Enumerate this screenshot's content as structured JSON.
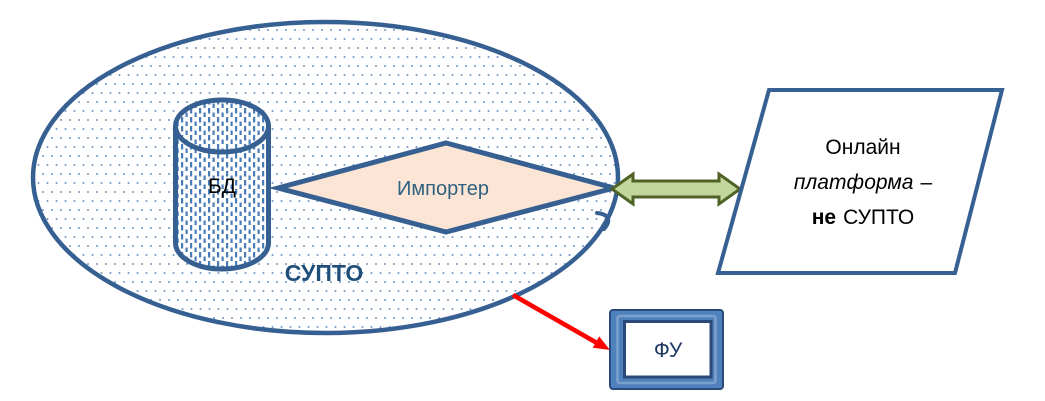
{
  "diagram": {
    "title": "SUPTO online platform scheme",
    "ellipse": {
      "label": "СУПТО"
    },
    "database": {
      "label": "БД"
    },
    "importer": {
      "label": "Импортер"
    },
    "platform": {
      "line1": "Онлайн",
      "line2_italic": "платформа",
      "line2_dash": "–",
      "line3_bold": "не",
      "line3_rest": "СУПТО"
    },
    "fu": {
      "label": "ФУ"
    },
    "colors": {
      "shape_border_blue": "#376092",
      "supto_label_blue": "#1f4e79",
      "ellipse_dot_blue": "#6f96c4",
      "cylinder_dash_blue": "#4a7db8",
      "diamond_fill_peach": "#fce5d5",
      "importer_text_blue": "#2e6080",
      "green_arrow_fill": "#c3d69b",
      "green_arrow_border": "#4f6228",
      "red_arrow": "#ff0000",
      "fu_frame_blue": "#4f81bd",
      "fu_frame_dark": "#2b4a7a",
      "fu_text_navy": "#1f3864",
      "platform_text": "#000000"
    }
  }
}
